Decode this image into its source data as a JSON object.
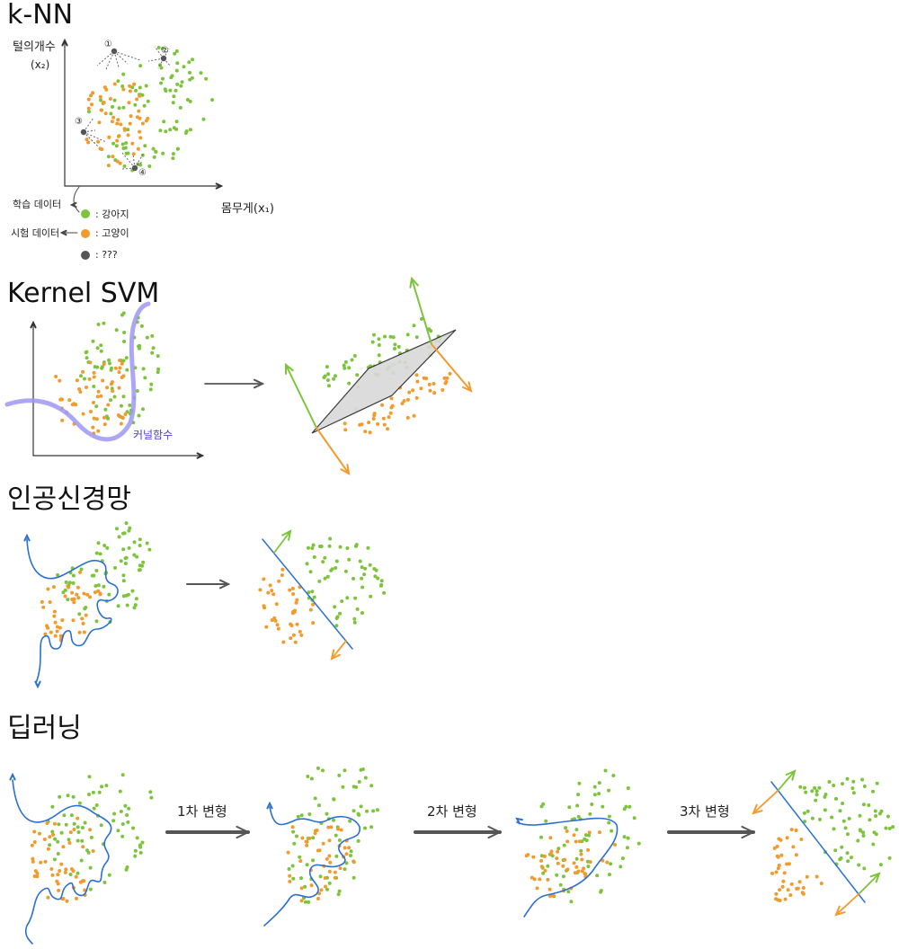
{
  "sections": {
    "knn": {
      "title": "k-NN"
    },
    "svm": {
      "title": "Kernel SVM",
      "kernel_label": "커널함수"
    },
    "ann": {
      "title": "인공신경망"
    },
    "dl": {
      "title": "딥러닝",
      "transform_labels": [
        "1차 변형",
        "2차 변형",
        "3차 변형"
      ]
    }
  },
  "knn_axes": {
    "y_label": "털의개수",
    "y_sub": "(x₂)",
    "x_label": "몸무게(x₁)"
  },
  "knn_markers": [
    "①",
    "②",
    "③",
    "④"
  ],
  "legend": {
    "train_label": "학습 데이터",
    "test_label": "시험 데이터",
    "items": [
      {
        "text": ": 강아지",
        "color": "#7cc43b"
      },
      {
        "text": ": 고양이",
        "color": "#f39a2c"
      },
      {
        "text": ": ???",
        "color": "#555555"
      }
    ]
  },
  "colors": {
    "dog": "#7cc43b",
    "cat": "#f39a2c",
    "unknown": "#555555",
    "boundary": "#2a6fd1",
    "kernel": "#9d98f2",
    "arrow": "#555555",
    "highlight": "#f9c99a"
  }
}
